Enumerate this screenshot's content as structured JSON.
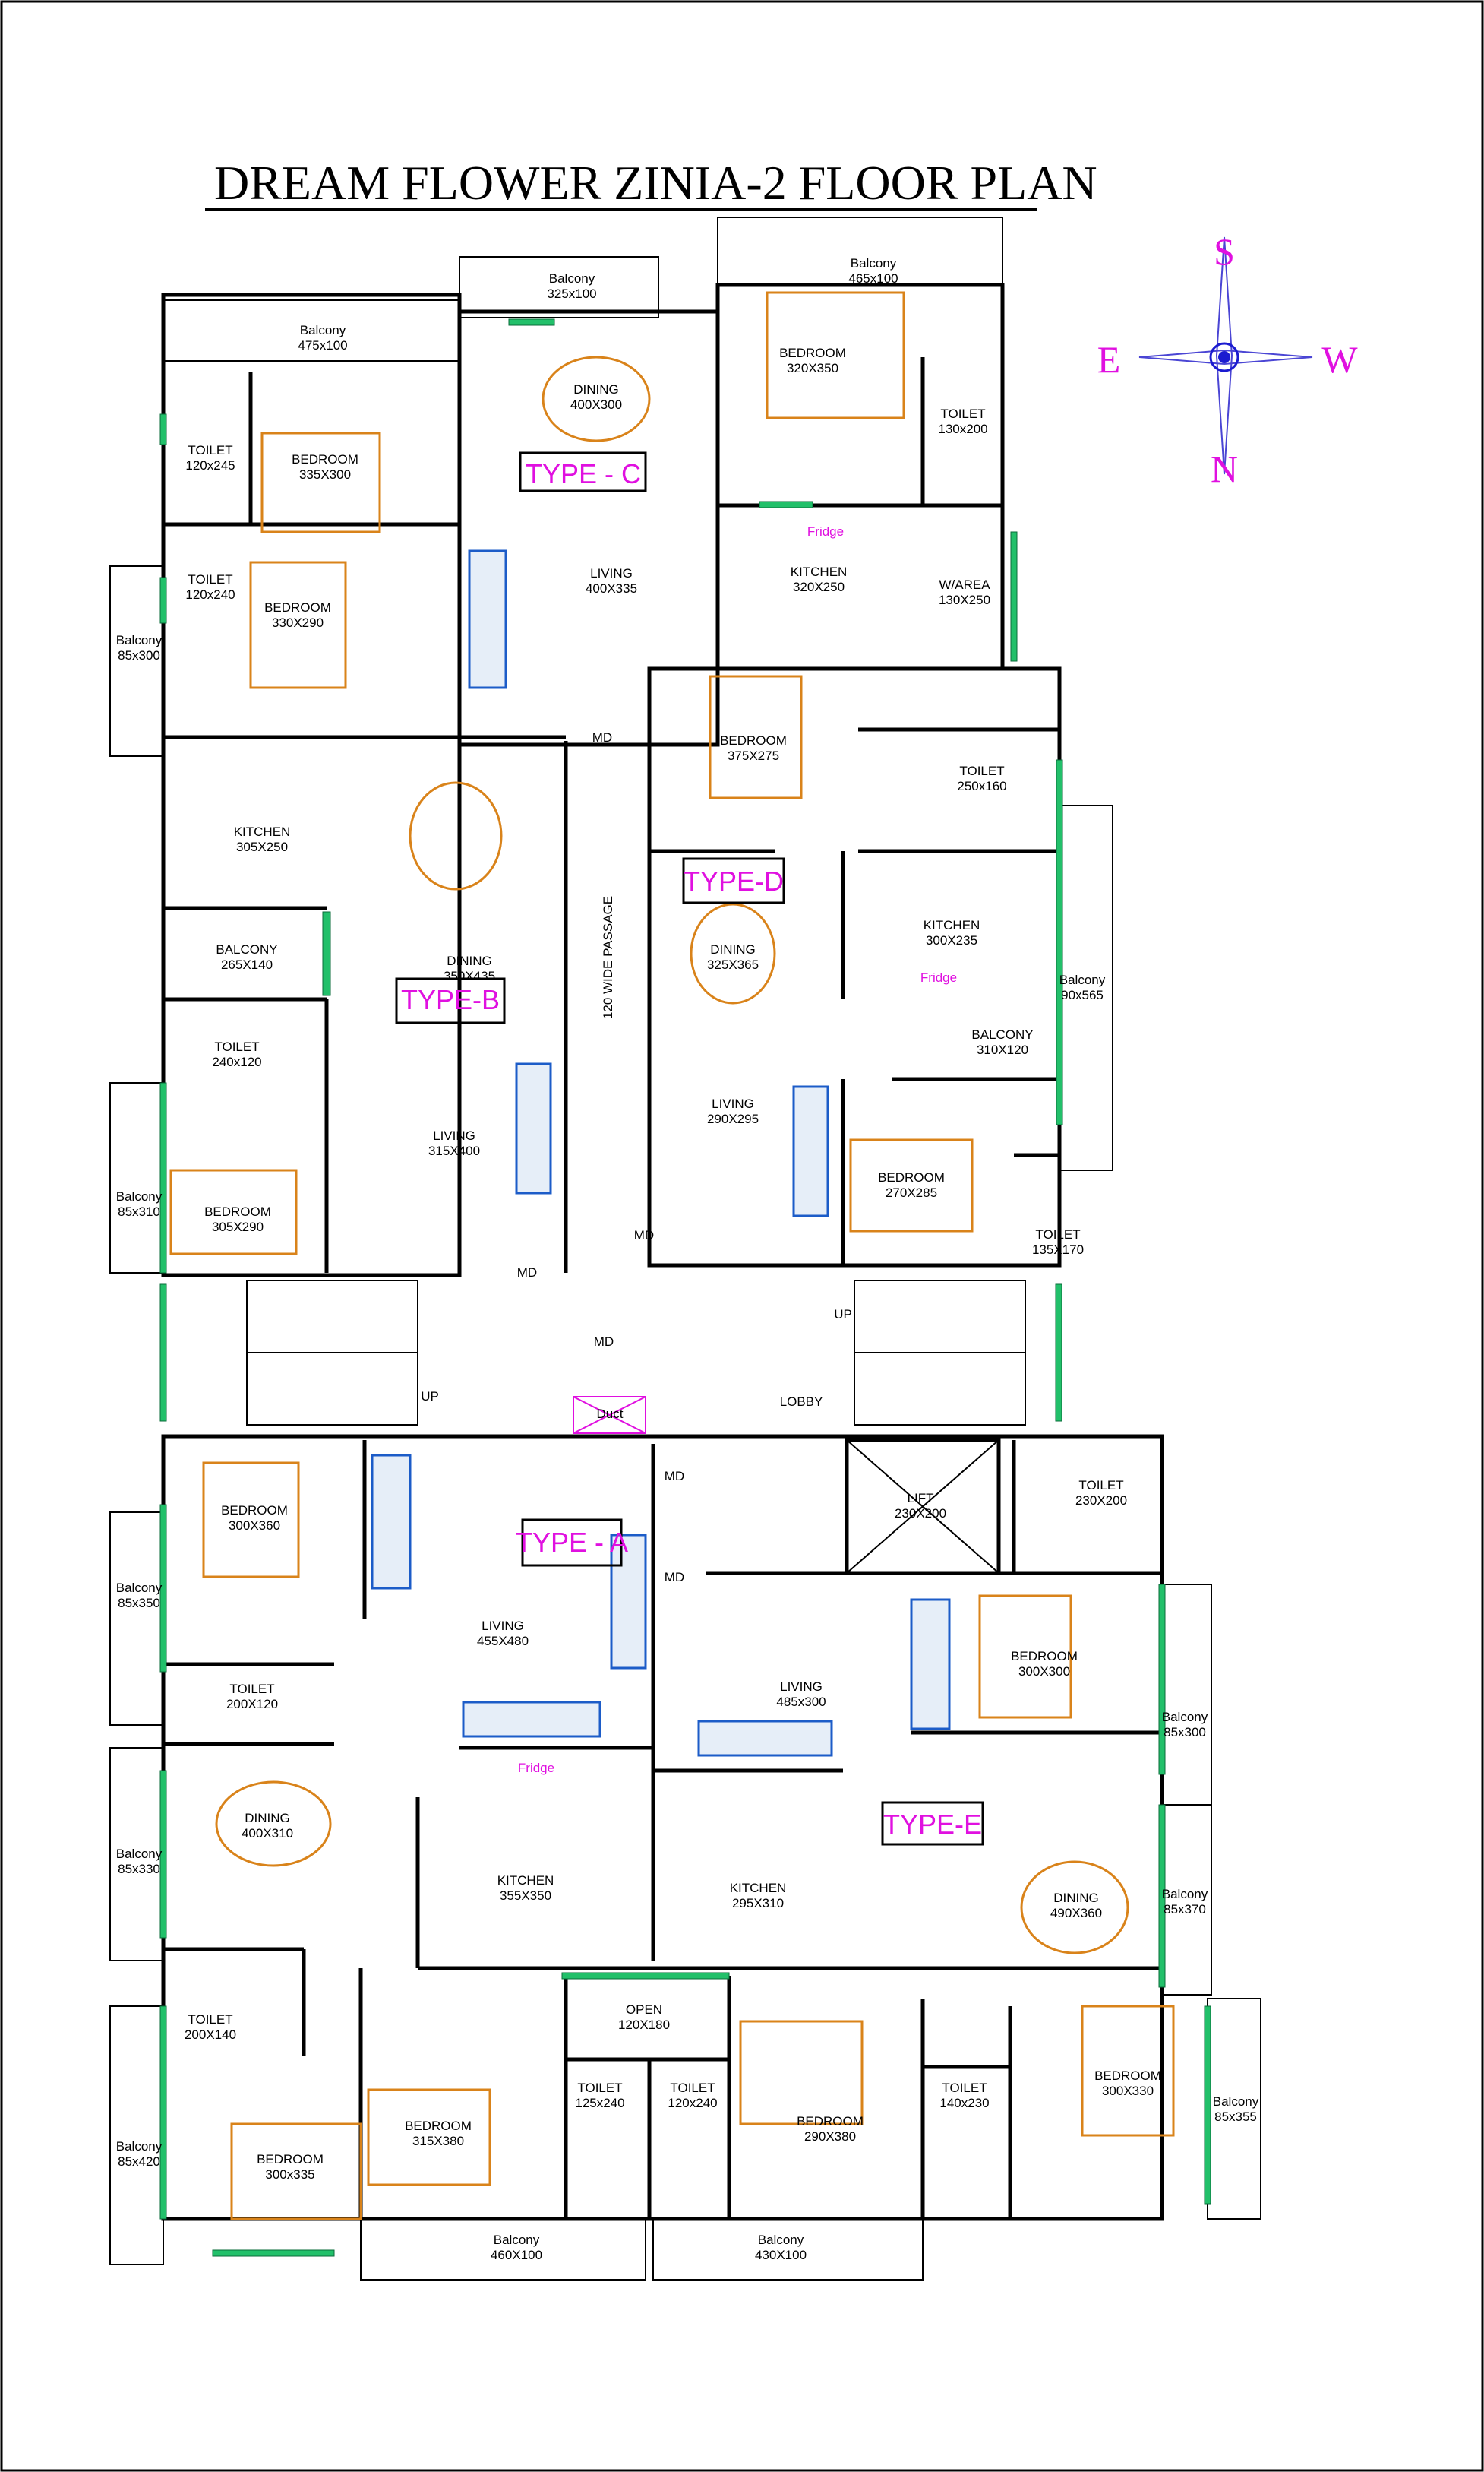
{
  "title": "DREAM FLOWER ZINIA-2  FLOOR PLAN",
  "compass": {
    "south": "S",
    "east": "E",
    "west": "W",
    "north": "N"
  },
  "colors": {
    "wall": "#000000",
    "window": "#22c06a",
    "furniture": "#d9831a",
    "sofa": "#1c5cc8",
    "type_label": "#e010e0",
    "fixture_red": "#e0102a"
  },
  "unit_types": [
    "TYPE - C",
    "TYPE-B",
    "TYPE-D",
    "TYPE - A",
    "TYPE-E"
  ],
  "rooms": [
    {
      "name": "Balcony",
      "size": "325x100"
    },
    {
      "name": "Balcony",
      "size": "465x100"
    },
    {
      "name": "Balcony",
      "size": "475x100"
    },
    {
      "name": "DINING",
      "size": "400X300"
    },
    {
      "name": "BEDROOM",
      "size": "320X350"
    },
    {
      "name": "TOILET",
      "size": "130x200"
    },
    {
      "name": "TOILET",
      "size": "120x245"
    },
    {
      "name": "BEDROOM",
      "size": "335X300"
    },
    {
      "name": "TOILET",
      "size": "120x240"
    },
    {
      "name": "BEDROOM",
      "size": "330X290"
    },
    {
      "name": "Balcony",
      "size": "85x300"
    },
    {
      "name": "LIVING",
      "size": "400X335"
    },
    {
      "name": "KITCHEN",
      "size": "320X250"
    },
    {
      "name": "W/AREA",
      "size": "130X250"
    },
    {
      "name": "BEDROOM",
      "size": "375X275"
    },
    {
      "name": "TOILET",
      "size": "250x160"
    },
    {
      "name": "KITCHEN",
      "size": "305X250"
    },
    {
      "name": "DINING",
      "size": "350X435"
    },
    {
      "name": "DINING",
      "size": "325X365"
    },
    {
      "name": "KITCHEN",
      "size": "300X235"
    },
    {
      "name": "BALCONY",
      "size": "265X140"
    },
    {
      "name": "Balcony",
      "size": "90x565"
    },
    {
      "name": "BALCONY",
      "size": "310X120"
    },
    {
      "name": "TOILET",
      "size": "240x120"
    },
    {
      "name": "LIVING",
      "size": "290X295"
    },
    {
      "name": "LIVING",
      "size": "315X400"
    },
    {
      "name": "BEDROOM",
      "size": "270X285"
    },
    {
      "name": "Balcony",
      "size": "85x310"
    },
    {
      "name": "BEDROOM",
      "size": "305X290"
    },
    {
      "name": "TOILET",
      "size": "135X170"
    },
    {
      "name": "LIFT",
      "size": "230X200"
    },
    {
      "name": "TOILET",
      "size": "230X200"
    },
    {
      "name": "BEDROOM",
      "size": "300X360"
    },
    {
      "name": "Balcony",
      "size": "85x350"
    },
    {
      "name": "LIVING",
      "size": "455X480"
    },
    {
      "name": "BEDROOM",
      "size": "300X300"
    },
    {
      "name": "TOILET",
      "size": "200X120"
    },
    {
      "name": "LIVING",
      "size": "485x300"
    },
    {
      "name": "Balcony",
      "size": "85x300"
    },
    {
      "name": "DINING",
      "size": "400X310"
    },
    {
      "name": "Balcony",
      "size": "85x330"
    },
    {
      "name": "KITCHEN",
      "size": "355X350"
    },
    {
      "name": "KITCHEN",
      "size": "295X310"
    },
    {
      "name": "DINING",
      "size": "490X360"
    },
    {
      "name": "Balcony",
      "size": "85x370"
    },
    {
      "name": "TOILET",
      "size": "200X140"
    },
    {
      "name": "OPEN",
      "size": "120X180"
    },
    {
      "name": "BEDROOM",
      "size": "300X330"
    },
    {
      "name": "Balcony",
      "size": "85x355"
    },
    {
      "name": "Balcony",
      "size": "85x420"
    },
    {
      "name": "BEDROOM",
      "size": "315X380"
    },
    {
      "name": "TOILET",
      "size": "125x240"
    },
    {
      "name": "TOILET",
      "size": "120x240"
    },
    {
      "name": "TOILET",
      "size": "140x230"
    },
    {
      "name": "BEDROOM",
      "size": "300x335"
    },
    {
      "name": "BEDROOM",
      "size": "290X380"
    },
    {
      "name": "Balcony",
      "size": "460X100"
    },
    {
      "name": "Balcony",
      "size": "430X100"
    }
  ],
  "labels": {
    "passage": "120 WIDE PASSAGE",
    "md": "MD",
    "up": "UP",
    "lobby": "LOBBY",
    "duct": "Duct",
    "fridge": "Fridge"
  }
}
